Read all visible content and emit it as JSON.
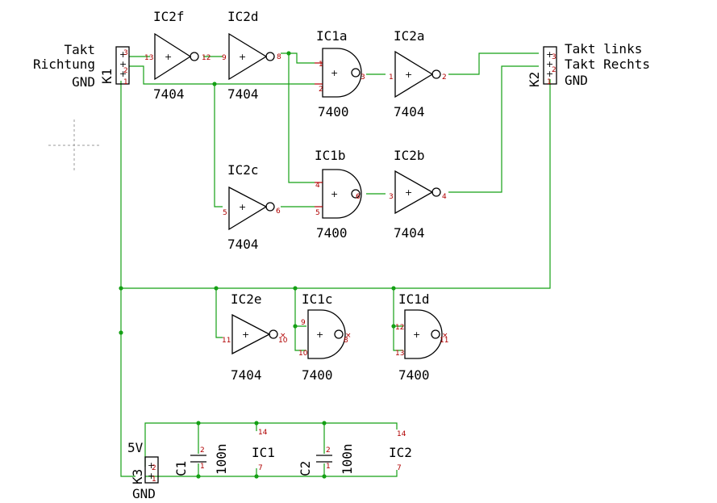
{
  "colors": {
    "wire": "#15a015",
    "symbol": "#000000",
    "pin": "#b00000",
    "background": "#ffffff"
  },
  "k1": {
    "name": "K1",
    "labels": [
      "Takt",
      "Richtung",
      "GND"
    ],
    "pins": [
      "3",
      "2",
      "1"
    ]
  },
  "k2": {
    "name": "K2",
    "labels": [
      "Takt links",
      "Takt Rechts",
      "GND"
    ],
    "pins": [
      "3",
      "2",
      "1"
    ]
  },
  "k3": {
    "name": "K3",
    "top_label": "5V",
    "bottom_label": "GND",
    "pins": [
      "2",
      "1"
    ]
  },
  "gates": [
    {
      "id": "ic2f",
      "name": "IC2f",
      "value": "7404",
      "in_pin": "13",
      "out_pin": "12"
    },
    {
      "id": "ic2d",
      "name": "IC2d",
      "value": "7404",
      "in_pin": "9",
      "out_pin": "8"
    },
    {
      "id": "ic1a",
      "name": "IC1a",
      "value": "7400",
      "in_pins": [
        "1",
        "2"
      ],
      "out_pin": "3"
    },
    {
      "id": "ic2a",
      "name": "IC2a",
      "value": "7404",
      "in_pin": "1",
      "out_pin": "2"
    },
    {
      "id": "ic2c",
      "name": "IC2c",
      "value": "7404",
      "in_pin": "5",
      "out_pin": "6"
    },
    {
      "id": "ic1b",
      "name": "IC1b",
      "value": "7400",
      "in_pins": [
        "4",
        "5"
      ],
      "out_pin": "6"
    },
    {
      "id": "ic2b",
      "name": "IC2b",
      "value": "7404",
      "in_pin": "3",
      "out_pin": "4"
    },
    {
      "id": "ic2e",
      "name": "IC2e",
      "value": "7404",
      "in_pin": "11",
      "out_pin": "10"
    },
    {
      "id": "ic1c",
      "name": "IC1c",
      "value": "7400",
      "in_pins": [
        "9",
        "10"
      ],
      "out_pin": "8"
    },
    {
      "id": "ic1d",
      "name": "IC1d",
      "value": "7400",
      "in_pins": [
        "12",
        "13"
      ],
      "out_pin": "11"
    }
  ],
  "capacitors": [
    {
      "id": "c1",
      "name": "C1",
      "value": "100n",
      "pins": [
        "2",
        "1"
      ]
    },
    {
      "id": "c2",
      "name": "C2",
      "value": "100n",
      "pins": [
        "2",
        "1"
      ]
    }
  ],
  "supplies": [
    {
      "id": "ic1",
      "name": "IC1",
      "vcc_pin": "14",
      "gnd_pin": "7"
    },
    {
      "id": "ic2",
      "name": "IC2",
      "vcc_pin": "14",
      "gnd_pin": "7"
    }
  ],
  "symbols": {
    "plus": "+",
    "no_connect": "×"
  }
}
